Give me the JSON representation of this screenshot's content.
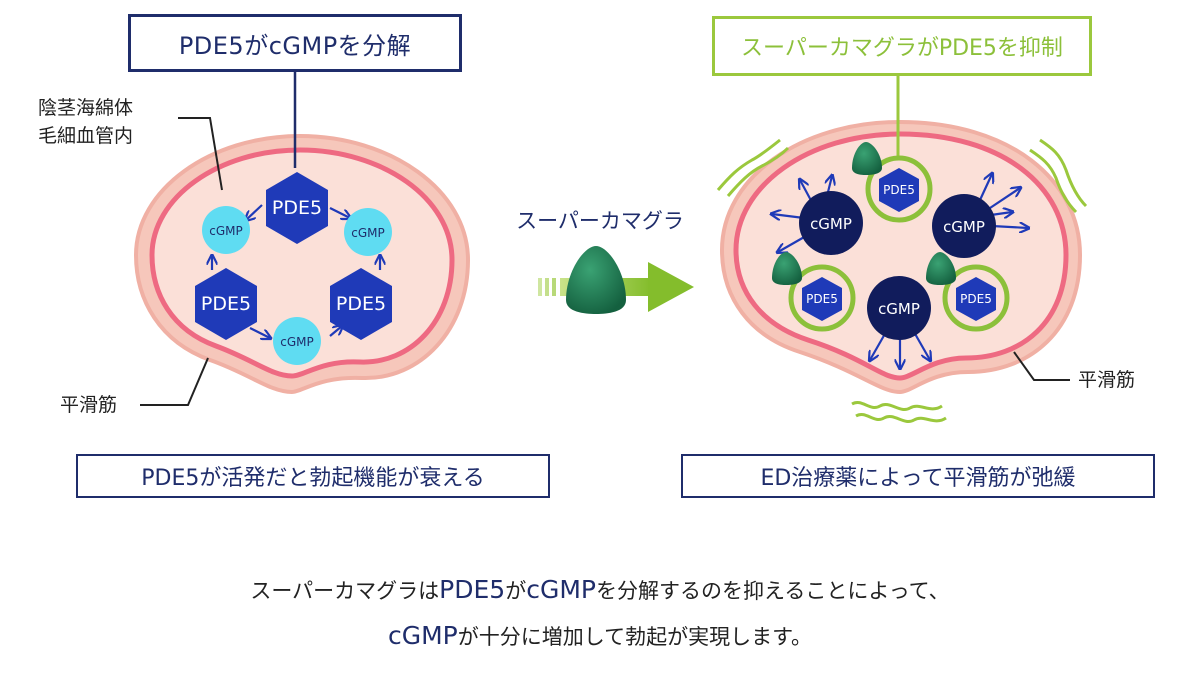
{
  "left_panel": {
    "title": "PDE5がcGMPを分解",
    "label_capillary_line1": "陰茎海綿体",
    "label_capillary_line2": "毛細血管内",
    "label_smooth_muscle": "平滑筋",
    "caption": "PDE5が活発だと勃起機能が衰える",
    "pde5_label": "PDE5",
    "cgmp_label": "cGMP"
  },
  "middle": {
    "drug_label": "スーパーカマグラ"
  },
  "right_panel": {
    "title": "スーパーカマグラがPDE5を抑制",
    "label_smooth_muscle": "平滑筋",
    "caption": "ED治療薬によって平滑筋が弛緩",
    "pde5_label": "PDE5",
    "cgmp_label": "cGMP"
  },
  "summary": {
    "line1_a": "スーパーカマグラは",
    "line1_b": "PDE5",
    "line1_c": "が",
    "line1_d": "cGMP",
    "line1_e": "を分解するのを抑えることによって、",
    "line2_a": "cGMP",
    "line2_b": "が十分に増加して勃起が実現します。"
  },
  "colors": {
    "navy": "#1f2d6b",
    "pde5_blue": "#1f3ab8",
    "cgmp_light": "#5fdcf2",
    "cgmp_dark": "#111c5c",
    "vessel_fill": "#f9d9cf",
    "vessel_ring": "#ee6a82",
    "drug_green": "#1f7a52",
    "inhibit_green": "#8cc03a"
  }
}
